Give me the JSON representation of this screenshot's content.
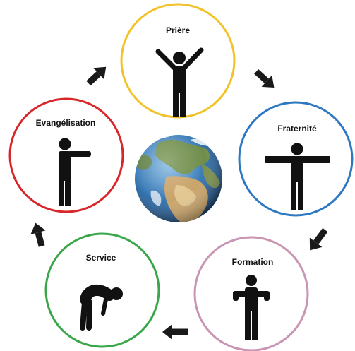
{
  "cycle": {
    "nodes": [
      {
        "id": "priere",
        "label": "Prière",
        "color": "#f2c22a",
        "icon": "arms-raised-person-icon"
      },
      {
        "id": "fraternite",
        "label": "Fraternité",
        "color": "#2e78c2",
        "icon": "arms-outstretched-person-icon"
      },
      {
        "id": "formation",
        "label": "Formation",
        "color": "#c895b3",
        "icon": "hands-on-chest-person-icon"
      },
      {
        "id": "service",
        "label": "Service",
        "color": "#3aa64a",
        "icon": "bowing-person-icon"
      },
      {
        "id": "evangelisation",
        "label": "Evangélisation",
        "color": "#d8262a",
        "icon": "pointing-person-icon"
      }
    ],
    "center_icon": "earth-globe-icon",
    "arrow_color": "#1a1a1a"
  }
}
